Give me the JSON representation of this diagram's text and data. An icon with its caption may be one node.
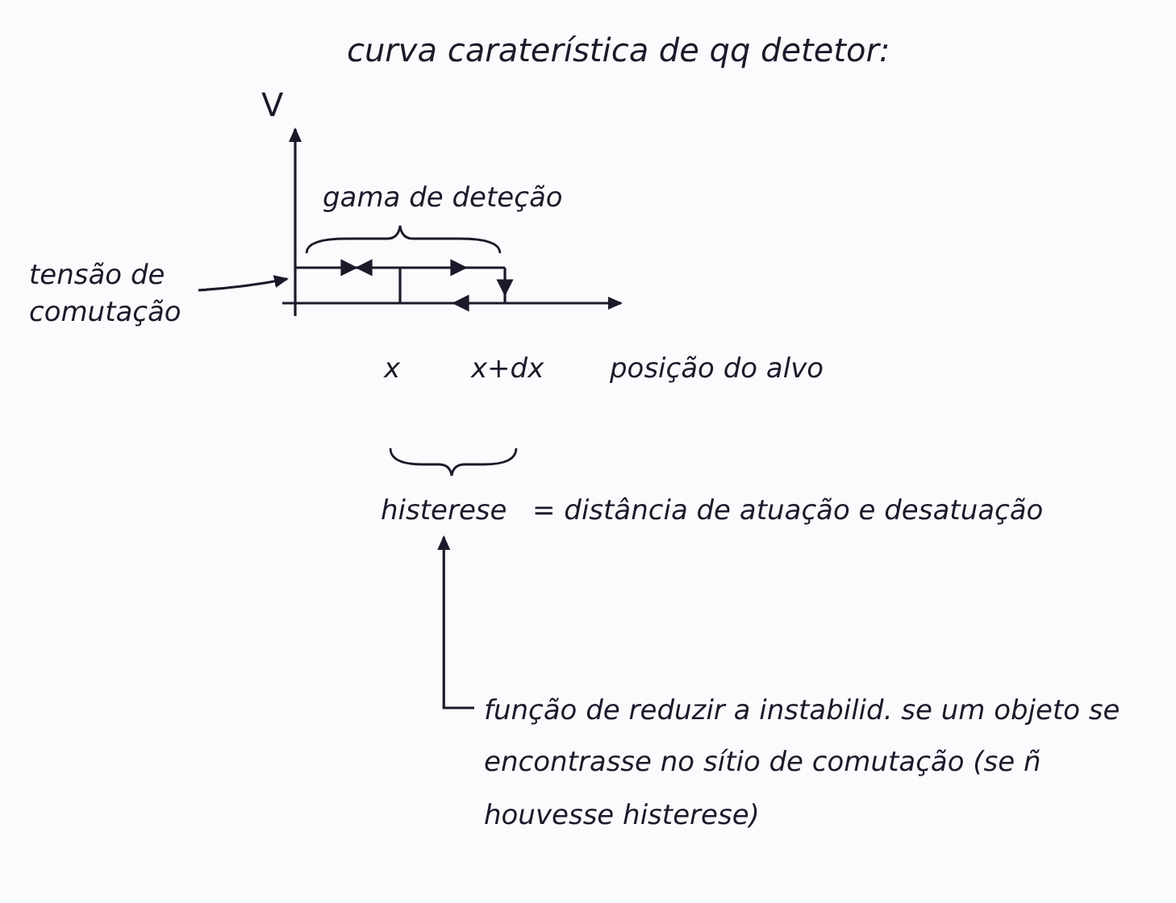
{
  "diagram": {
    "title": "curva caraterística de qq detetor:",
    "nodes": [
      {
        "text": [
          "tensão de comutação"
        ]
      },
      {
        "text": [
          "histerese"
        ]
      },
      {
        "text": [
          "função de reduzir a instabilid. se um objeto se encontrasse no sítio de comutação (se ñ houvesse histerese)"
        ]
      }
    ],
    "edges": [
      {
        "from": 0,
        "to": null,
        "arrow": "to"
      },
      {
        "from": 2,
        "to": 1,
        "arrow": "to"
      }
    ],
    "labels": [
      "V",
      "gama de deteção",
      "x",
      "x+dx",
      "posição do alvo",
      "= distância de atuação e desatuação"
    ]
  }
}
